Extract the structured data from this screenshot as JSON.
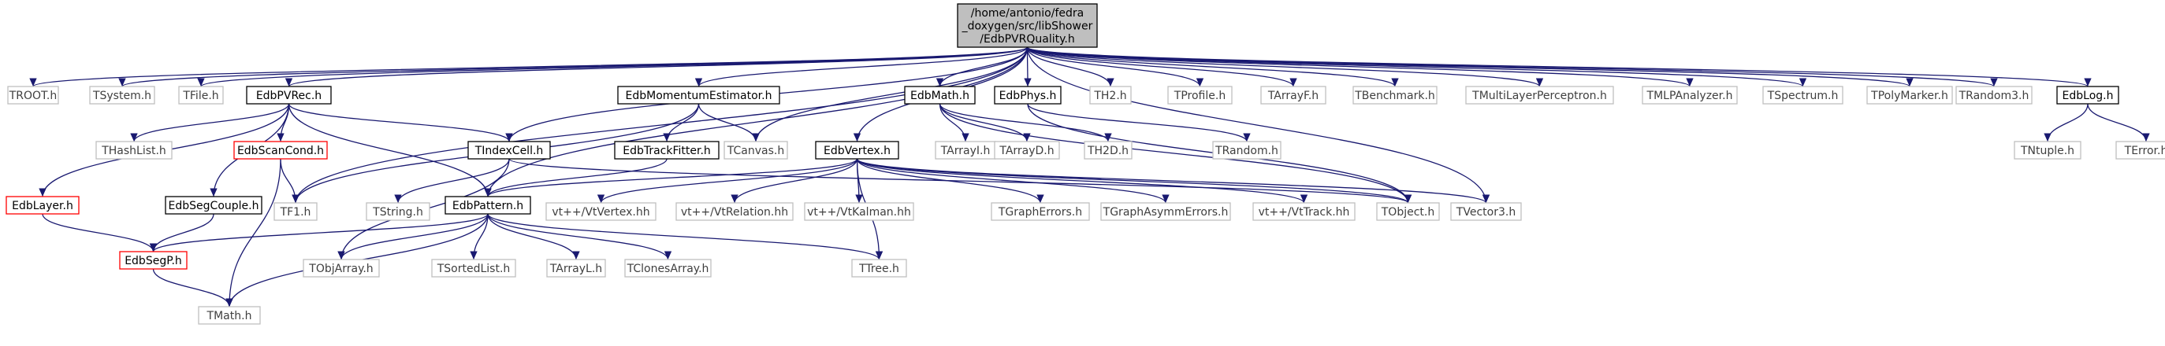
{
  "colors": {
    "background": "#ffffff",
    "root_fill": "#bfbfbf",
    "edge": "#191970",
    "node_border_black": "#000000",
    "node_border_red": "#ff0000",
    "node_border_gray": "#bfbfbf",
    "text_dark": "#000000",
    "text_gray": "#3f3f3f"
  },
  "nodes": [
    {
      "id": "root",
      "lines": [
        "/home/antonio/fedra",
        "_doxygen/src/libShower",
        "/EdbPVRQuality.h"
      ],
      "kind": "root"
    },
    {
      "id": "troot",
      "lines": [
        "TROOT.h"
      ],
      "kind": "gray"
    },
    {
      "id": "tsystem",
      "lines": [
        "TSystem.h"
      ],
      "kind": "gray"
    },
    {
      "id": "tfile",
      "lines": [
        "TFile.h"
      ],
      "kind": "gray"
    },
    {
      "id": "edbpvrec",
      "lines": [
        "EdbPVRec.h"
      ],
      "kind": "black"
    },
    {
      "id": "edbmomentum",
      "lines": [
        "EdbMomentumEstimator.h"
      ],
      "kind": "black"
    },
    {
      "id": "edbmath",
      "lines": [
        "EdbMath.h"
      ],
      "kind": "black"
    },
    {
      "id": "edbphys",
      "lines": [
        "EdbPhys.h"
      ],
      "kind": "black"
    },
    {
      "id": "th2",
      "lines": [
        "TH2.h"
      ],
      "kind": "gray"
    },
    {
      "id": "tprofile",
      "lines": [
        "TProfile.h"
      ],
      "kind": "gray"
    },
    {
      "id": "tarrayf",
      "lines": [
        "TArrayF.h"
      ],
      "kind": "gray"
    },
    {
      "id": "tbenchmark",
      "lines": [
        "TBenchmark.h"
      ],
      "kind": "gray"
    },
    {
      "id": "tmultilayer",
      "lines": [
        "TMultiLayerPerceptron.h"
      ],
      "kind": "gray"
    },
    {
      "id": "tmlpanalyzer",
      "lines": [
        "TMLPAnalyzer.h"
      ],
      "kind": "gray"
    },
    {
      "id": "tspectrum",
      "lines": [
        "TSpectrum.h"
      ],
      "kind": "gray"
    },
    {
      "id": "tpolymarker",
      "lines": [
        "TPolyMarker.h"
      ],
      "kind": "gray"
    },
    {
      "id": "trandom3",
      "lines": [
        "TRandom3.h"
      ],
      "kind": "gray"
    },
    {
      "id": "edblog",
      "lines": [
        "EdbLog.h"
      ],
      "kind": "black"
    },
    {
      "id": "thashlist",
      "lines": [
        "THashList.h"
      ],
      "kind": "gray"
    },
    {
      "id": "edbscancond",
      "lines": [
        "EdbScanCond.h"
      ],
      "kind": "red"
    },
    {
      "id": "tindexcell",
      "lines": [
        "TIndexCell.h"
      ],
      "kind": "black"
    },
    {
      "id": "edbtrackfitter",
      "lines": [
        "EdbTrackFitter.h"
      ],
      "kind": "black"
    },
    {
      "id": "tcanvas",
      "lines": [
        "TCanvas.h"
      ],
      "kind": "gray"
    },
    {
      "id": "edbvertex",
      "lines": [
        "EdbVertex.h"
      ],
      "kind": "black"
    },
    {
      "id": "tarrayi",
      "lines": [
        "TArrayI.h"
      ],
      "kind": "gray"
    },
    {
      "id": "tarrayd",
      "lines": [
        "TArrayD.h"
      ],
      "kind": "gray"
    },
    {
      "id": "th2d",
      "lines": [
        "TH2D.h"
      ],
      "kind": "gray"
    },
    {
      "id": "trandom",
      "lines": [
        "TRandom.h"
      ],
      "kind": "gray"
    },
    {
      "id": "tntuple",
      "lines": [
        "TNtuple.h"
      ],
      "kind": "gray"
    },
    {
      "id": "terror",
      "lines": [
        "TError.h"
      ],
      "kind": "gray"
    },
    {
      "id": "edblayer",
      "lines": [
        "EdbLayer.h"
      ],
      "kind": "red"
    },
    {
      "id": "edbsegcouple",
      "lines": [
        "EdbSegCouple.h"
      ],
      "kind": "black"
    },
    {
      "id": "tf1",
      "lines": [
        "TF1.h"
      ],
      "kind": "gray"
    },
    {
      "id": "tstring",
      "lines": [
        "TString.h"
      ],
      "kind": "gray"
    },
    {
      "id": "edbpattern",
      "lines": [
        "EdbPattern.h"
      ],
      "kind": "black"
    },
    {
      "id": "vtvertex",
      "lines": [
        "vt++/VtVertex.hh"
      ],
      "kind": "gray"
    },
    {
      "id": "vtrelation",
      "lines": [
        "vt++/VtRelation.hh"
      ],
      "kind": "gray"
    },
    {
      "id": "vtkalman",
      "lines": [
        "vt++/VtKalman.hh"
      ],
      "kind": "gray"
    },
    {
      "id": "tgrapherrors",
      "lines": [
        "TGraphErrors.h"
      ],
      "kind": "gray"
    },
    {
      "id": "tgraphasymm",
      "lines": [
        "TGraphAsymmErrors.h"
      ],
      "kind": "gray"
    },
    {
      "id": "vttrack",
      "lines": [
        "vt++/VtTrack.hh"
      ],
      "kind": "gray"
    },
    {
      "id": "tobject",
      "lines": [
        "TObject.h"
      ],
      "kind": "gray"
    },
    {
      "id": "tvector3",
      "lines": [
        "TVector3.h"
      ],
      "kind": "gray"
    },
    {
      "id": "edbsegp",
      "lines": [
        "EdbSegP.h"
      ],
      "kind": "red"
    },
    {
      "id": "tobjarray",
      "lines": [
        "TObjArray.h"
      ],
      "kind": "gray"
    },
    {
      "id": "tsortedlist",
      "lines": [
        "TSortedList.h"
      ],
      "kind": "gray"
    },
    {
      "id": "tarrayl",
      "lines": [
        "TArrayL.h"
      ],
      "kind": "gray"
    },
    {
      "id": "tclonesarray",
      "lines": [
        "TClonesArray.h"
      ],
      "kind": "gray"
    },
    {
      "id": "ttree",
      "lines": [
        "TTree.h"
      ],
      "kind": "gray"
    },
    {
      "id": "tmath",
      "lines": [
        "TMath.h"
      ],
      "kind": "gray"
    }
  ],
  "edges": [
    [
      "root",
      "troot"
    ],
    [
      "root",
      "tsystem"
    ],
    [
      "root",
      "tfile"
    ],
    [
      "root",
      "edbpvrec"
    ],
    [
      "root",
      "edbmomentum"
    ],
    [
      "root",
      "edbmath"
    ],
    [
      "root",
      "edbphys"
    ],
    [
      "root",
      "th2"
    ],
    [
      "root",
      "tprofile"
    ],
    [
      "root",
      "tarrayf"
    ],
    [
      "root",
      "tbenchmark"
    ],
    [
      "root",
      "tmultilayer"
    ],
    [
      "root",
      "tmlpanalyzer"
    ],
    [
      "root",
      "tspectrum"
    ],
    [
      "root",
      "tpolymarker"
    ],
    [
      "root",
      "trandom3"
    ],
    [
      "root",
      "edblog"
    ],
    [
      "root",
      "tindexcell"
    ],
    [
      "root",
      "tcanvas"
    ],
    [
      "root",
      "edbvertex"
    ],
    [
      "root",
      "tf1"
    ],
    [
      "root",
      "edbpattern"
    ],
    [
      "root",
      "tvector3"
    ],
    [
      "edbpvrec",
      "thashlist"
    ],
    [
      "edbpvrec",
      "edbscancond"
    ],
    [
      "edbpvrec",
      "tindexcell"
    ],
    [
      "edbpvrec",
      "edblayer"
    ],
    [
      "edbpvrec",
      "edbsegcouple"
    ],
    [
      "edbpvrec",
      "edbpattern"
    ],
    [
      "edbmomentum",
      "edbtrackfitter"
    ],
    [
      "edbmomentum",
      "tcanvas"
    ],
    [
      "edbmomentum",
      "tf1"
    ],
    [
      "edbmath",
      "tarrayi"
    ],
    [
      "edbmath",
      "tarrayd"
    ],
    [
      "edbmath",
      "th2d"
    ],
    [
      "edbmath",
      "tobject"
    ],
    [
      "edbphys",
      "trandom"
    ],
    [
      "edbphys",
      "tobject"
    ],
    [
      "edblog",
      "tntuple"
    ],
    [
      "edblog",
      "terror"
    ],
    [
      "edbscancond",
      "tf1"
    ],
    [
      "edbscancond",
      "tmath"
    ],
    [
      "tindexcell",
      "tstring"
    ],
    [
      "tindexcell",
      "tobjarray"
    ],
    [
      "tindexcell",
      "tobject"
    ],
    [
      "edbtrackfitter",
      "edbpattern"
    ],
    [
      "edbvertex",
      "edbpattern"
    ],
    [
      "edbvertex",
      "vtvertex"
    ],
    [
      "edbvertex",
      "vtrelation"
    ],
    [
      "edbvertex",
      "vtkalman"
    ],
    [
      "edbvertex",
      "tgrapherrors"
    ],
    [
      "edbvertex",
      "tgraphasymm"
    ],
    [
      "edbvertex",
      "vttrack"
    ],
    [
      "edbvertex",
      "tobject"
    ],
    [
      "edbvertex",
      "tvector3"
    ],
    [
      "edbvertex",
      "ttree"
    ],
    [
      "edblayer",
      "edbsegp"
    ],
    [
      "edbsegcouple",
      "edbsegp"
    ],
    [
      "edbpattern",
      "edbsegp"
    ],
    [
      "edbpattern",
      "tobjarray"
    ],
    [
      "edbpattern",
      "tsortedlist"
    ],
    [
      "edbpattern",
      "tarrayl"
    ],
    [
      "edbpattern",
      "tclonesarray"
    ],
    [
      "edbpattern",
      "ttree"
    ],
    [
      "edbpattern",
      "tmath"
    ],
    [
      "edbsegp",
      "tmath"
    ]
  ]
}
